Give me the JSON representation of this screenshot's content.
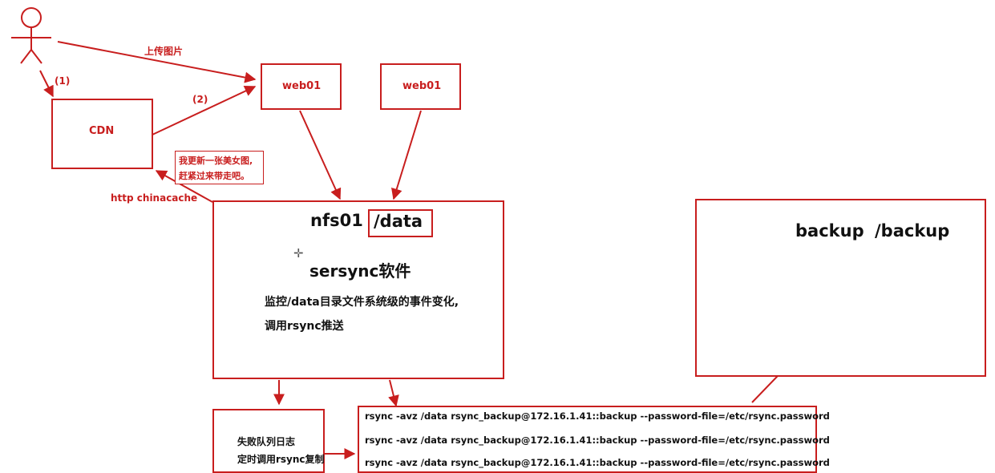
{
  "labels": {
    "upload": "上传图片",
    "step1": "(1)",
    "step2": "(2)",
    "http": "http chinacache",
    "note_line1": "我更新一张美女图,",
    "note_line2": "赶紧过来带走吧。"
  },
  "boxes": {
    "cdn": "CDN",
    "web01_a": "web01",
    "web01_b": "web01"
  },
  "nfs": {
    "host": "nfs01",
    "path": "/data",
    "software": "sersync软件",
    "desc1": "监控/data目录文件系统级的事件变化,",
    "desc2": "调用rsync推送"
  },
  "backup": {
    "host": "backup",
    "path": "/backup"
  },
  "failure": {
    "line1": "失败队列日志",
    "line2": "定时调用rsync复制"
  },
  "commands": [
    "rsync -avz /data rsync_backup@172.16.1.41::backup --password-file=/etc/rsync.password",
    "rsync -avz /data rsync_backup@172.16.1.41::backup --password-file=/etc/rsync.password",
    "rsync -avz /data rsync_backup@172.16.1.41::backup --password-file=/etc/rsync.password"
  ],
  "colors": {
    "accent": "#c81e1e",
    "text": "#111111"
  }
}
